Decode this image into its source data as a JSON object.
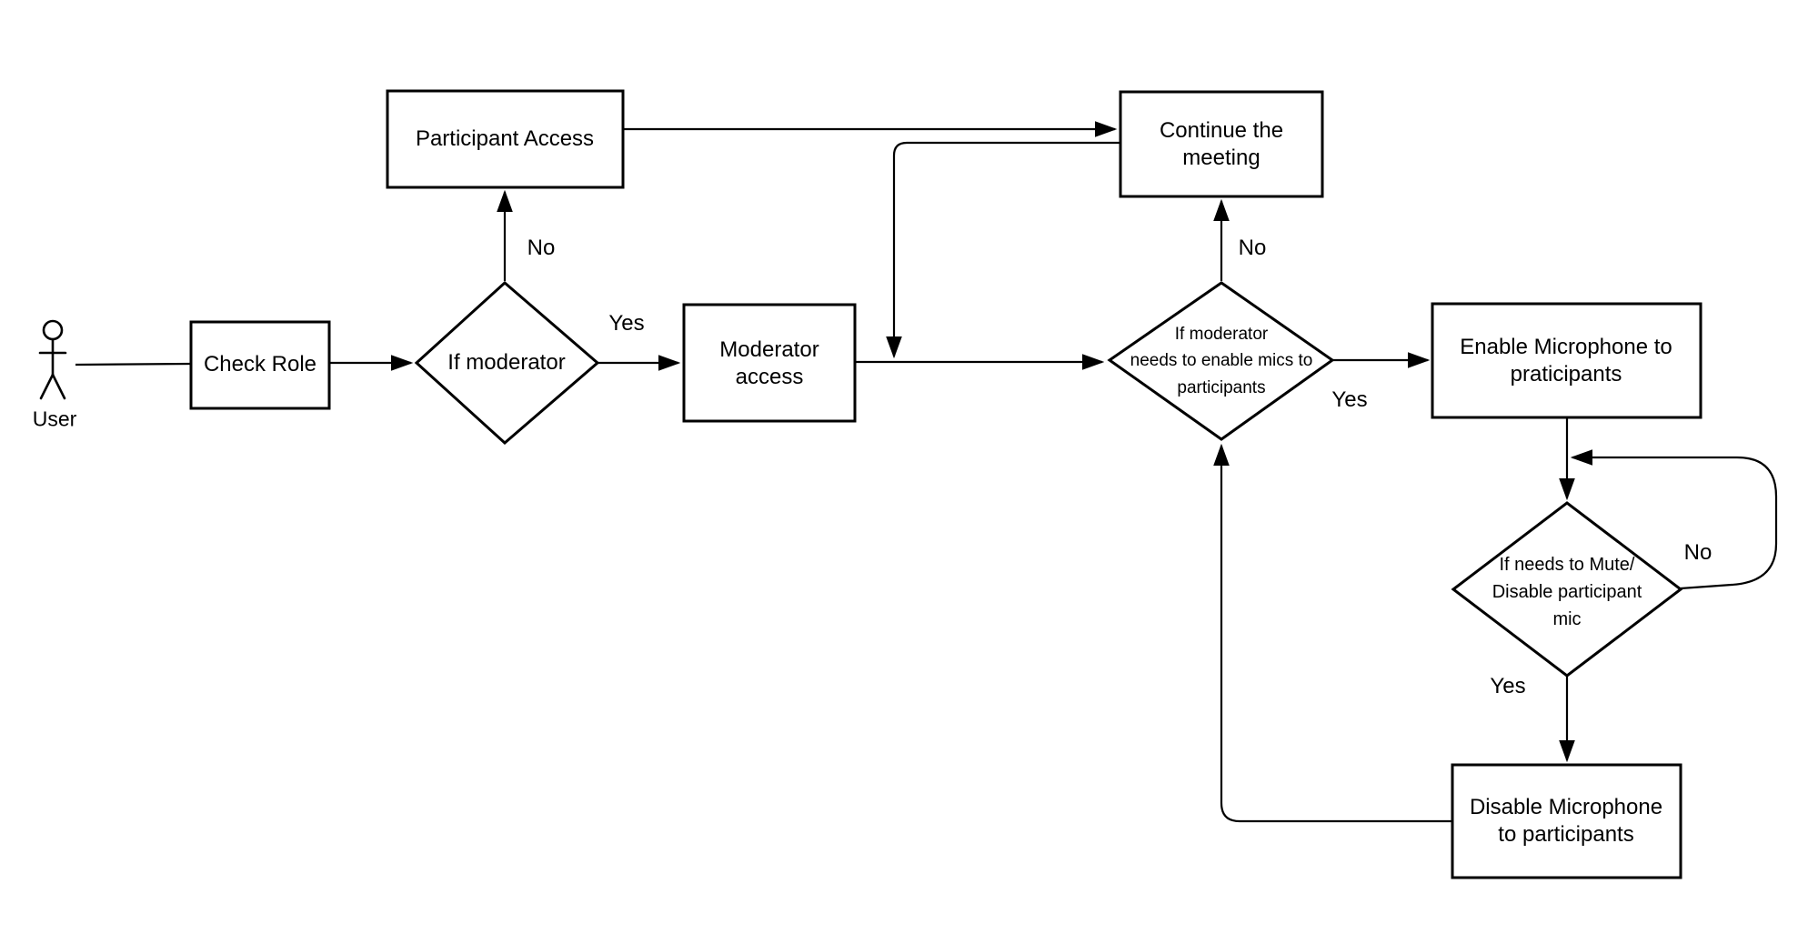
{
  "diagram": {
    "background": "#ffffff",
    "line_color": "#000000",
    "actor": {
      "label": "User"
    },
    "nodes": {
      "participant_access": "Participant Access",
      "continue_meeting": "Continue the\nmeeting",
      "check_role": "Check Role",
      "if_moderator": "If moderator",
      "moderator_access": "Moderator\naccess",
      "if_moderator_needs": "If moderator\nneeds to enable mics to\nparticipants",
      "enable_microphone": "Enable Microphone to\npraticipants",
      "if_needs_mute": "If needs to Mute/\nDisable participant\nmic",
      "disable_microphone": "Disable Microphone\nto participants"
    },
    "edge_labels": {
      "yes": "Yes",
      "no": "No"
    }
  }
}
